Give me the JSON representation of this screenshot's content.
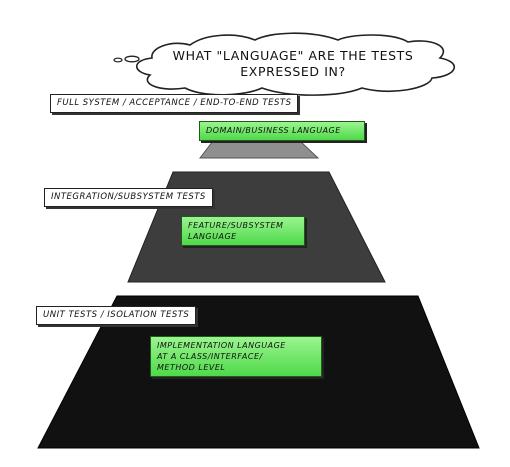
{
  "title": "WHAT \"LANGUAGE\" ARE THE TESTS EXPRESSED IN?",
  "levels": [
    {
      "test_type": "FULL SYSTEM / ACCEPTANCE / END-TO-END TESTS",
      "language": "DOMAIN/BUSINESS LANGUAGE"
    },
    {
      "test_type": "INTEGRATION/SUBSYSTEM TESTS",
      "language": "FEATURE/SUBSYSTEM\nLANGUAGE"
    },
    {
      "test_type": "UNIT TESTS / ISOLATION TESTS",
      "language": "IMPLEMENTATION LANGUAGE\nAT A CLASS/INTERFACE/\nMETHOD LEVEL"
    }
  ],
  "colors": {
    "pyramid_top": "#8f8f8f",
    "pyramid_mid": "#3d3d3d",
    "pyramid_bottom": "#111111",
    "language_box": "#5ee057"
  }
}
